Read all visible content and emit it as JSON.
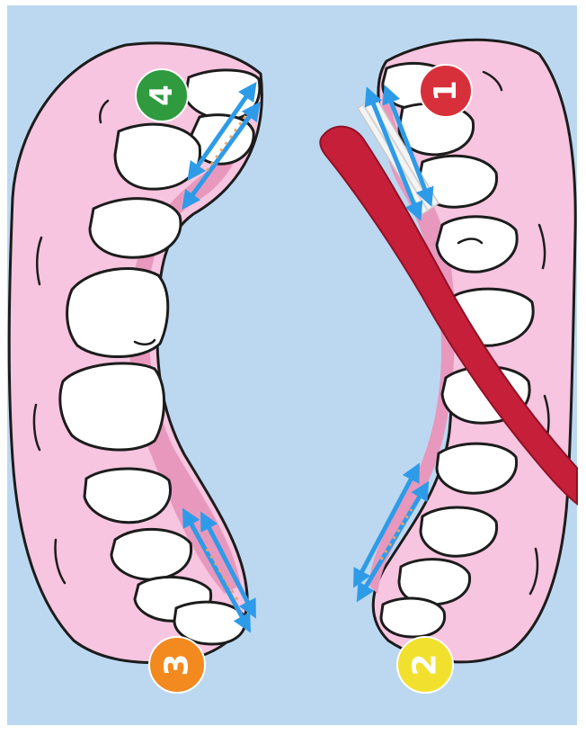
{
  "colors": {
    "background": "#bcd8f1",
    "gum": "#f7c5df",
    "inner_gum": "#e898bd",
    "tooth": "#ffffff",
    "outline": "#1c1c1c",
    "arrow": "#2e9be8",
    "brush": "#c61f3a",
    "bristles": "#f4f4f4"
  },
  "quadrants": [
    {
      "number": "1",
      "color": "#d8303a",
      "icon": "number-badge-1"
    },
    {
      "number": "2",
      "color": "#f2e02e",
      "icon": "number-badge-2"
    },
    {
      "number": "3",
      "color": "#f28a1f",
      "icon": "number-badge-3"
    },
    {
      "number": "4",
      "color": "#2f9a3e",
      "icon": "number-badge-4"
    }
  ],
  "arrows": [
    {
      "name": "brush-direction-arrow-1",
      "quadrant": "1"
    },
    {
      "name": "brush-direction-arrow-2",
      "quadrant": "2"
    },
    {
      "name": "brush-direction-arrow-3",
      "quadrant": "3"
    },
    {
      "name": "brush-direction-arrow-4",
      "quadrant": "4"
    }
  ]
}
